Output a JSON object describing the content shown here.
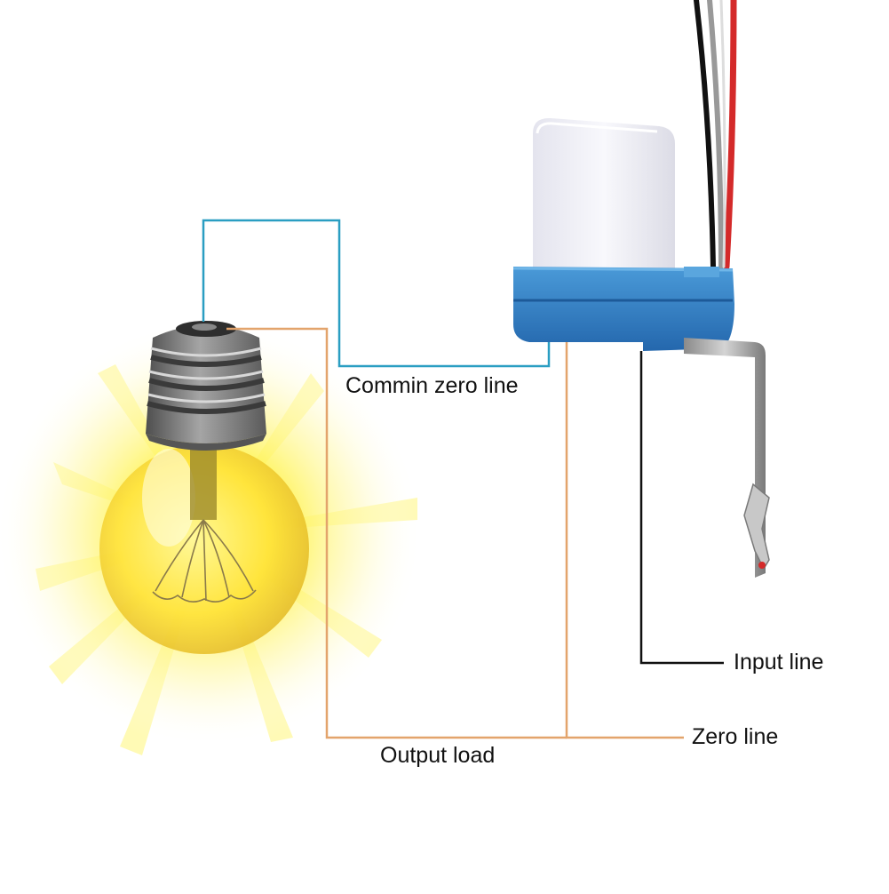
{
  "labels": {
    "common_zero_line": "Commin zero line",
    "output_load": "Output load",
    "input_line": "Input line",
    "zero_line": "Zero line"
  },
  "colors": {
    "common_zero_wire": "#2a9ec2",
    "output_zero_wire": "#e3a46c",
    "input_wire": "#111111",
    "sensor_cap": "#eeeef5",
    "sensor_base": "#2f7fc6",
    "bulb_glow": "#fff200",
    "bulb_base": "#6e6e6e"
  },
  "icons": {
    "bulb": "light-bulb-icon",
    "sensor": "photocell-sensor-icon"
  }
}
